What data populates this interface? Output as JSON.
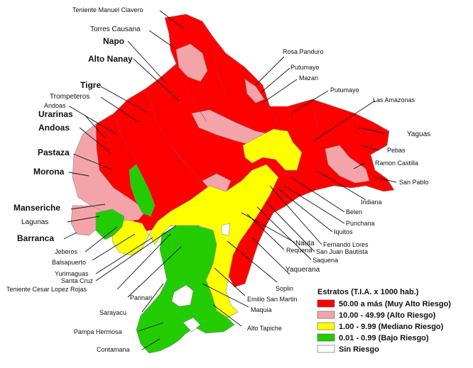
{
  "colors": {
    "muy_alto": "#ff0000",
    "alto": "#f4a4a8",
    "mediano": "#ffff00",
    "bajo": "#22cc00",
    "sin_riesgo": "#ffffff"
  },
  "districts": [
    "Teniente Manuel Clavero",
    "Torres Causana",
    "Napo",
    "Alto Nanay",
    "Rosa Panduro",
    "Putumayo",
    "Mazan",
    "Putumayo",
    "Las Amazonas",
    "Tigre",
    "Trompeteros",
    "Andoas",
    "Urarinas",
    "Andoas",
    "Yaguas",
    "Pebas",
    "Ramon Castilla",
    "Pastaza",
    "San Pablo",
    "Morona",
    "Indiana",
    "Manseriche",
    "Belen",
    "Lagunas",
    "Punchana",
    "Barranca",
    "Iquitos",
    "Jeberos",
    "Fernando Lores",
    "San Juan Bautista",
    "Balsapuerto",
    "Saquena",
    "Nauta",
    "Yurimaguas",
    "Requena",
    "Santa Cruz",
    "Yaquerana",
    "Teniente Cesar Lopez Rojas",
    "Parinari",
    "Soplin",
    "Emilio San Martin",
    "Sarayacu",
    "Maquia",
    "Alto Tapiche",
    "Pampa Hermosa",
    "Contamana"
  ],
  "legend": {
    "title": "Estratos (T.I.A. x 1000 hab.)",
    "items": [
      {
        "label": "50.00  a más (Muy Alto Riesgo)",
        "color": "#ff0000"
      },
      {
        "label": "10.00 - 49.99 (Alto Riesgo)",
        "color": "#f4a4a8"
      },
      {
        "label": "1.00 - 9.99 (Mediano Riesgo)",
        "color": "#ffff00"
      },
      {
        "label": "0.01 - 0.99 (Bajo Riesgo)",
        "color": "#22cc00"
      },
      {
        "label": "Sin Riesgo",
        "color": "#ffffff"
      }
    ]
  }
}
